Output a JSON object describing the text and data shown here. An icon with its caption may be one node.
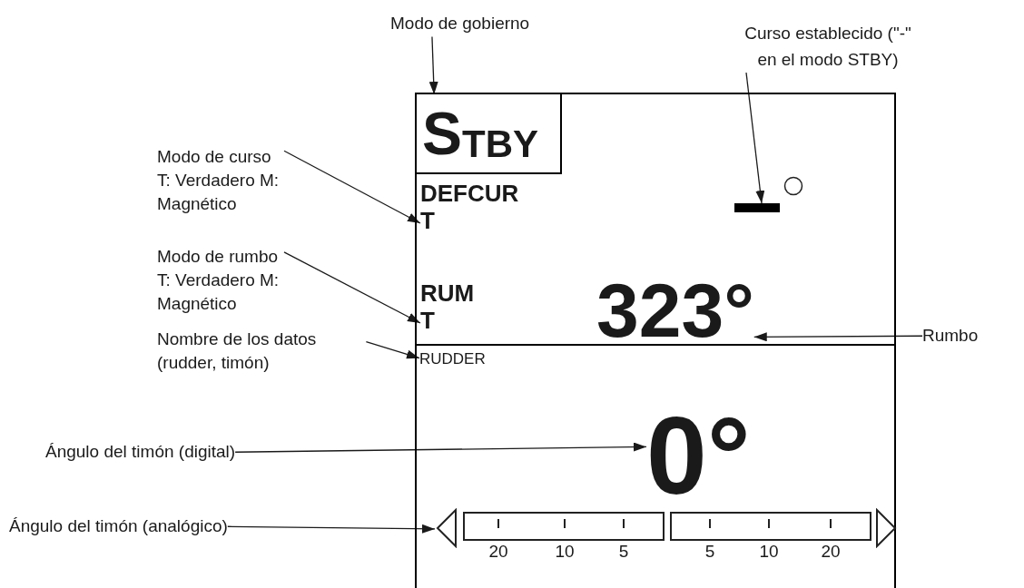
{
  "diagram": {
    "nodes": [
      {
        "text": [
          "Modo de gobierno"
        ]
      },
      {
        "text": [
          "Curso establecido (\"-\" en el modo STBY)"
        ]
      },
      {
        "text": [
          "Modo de curso T: Verdadero M: Magnético"
        ]
      },
      {
        "text": [
          "Modo de rumbo T: Verdadero M: Magnético"
        ]
      },
      {
        "text": [
          "Nombre de los datos (rudder, timón)"
        ]
      },
      {
        "text": [
          "Rumbo"
        ]
      },
      {
        "text": [
          "Ángulo del timón (digital)"
        ]
      },
      {
        "text": [
          "Ángulo del timón (analógico)"
        ]
      },
      {
        "text": [],
        "shape": "box"
      },
      {
        "text": [
          "STBY"
        ],
        "in": 8
      },
      {
        "text": [
          "DEFCUR",
          "T"
        ],
        "in": 8
      },
      {
        "text": [
          "RUM",
          "T"
        ],
        "in": 8
      },
      {
        "text": [],
        "shape": "bar",
        "in": 8
      },
      {
        "text": [
          "323°"
        ],
        "in": 8
      },
      {
        "text": [
          "RUDDER"
        ],
        "in": 8
      },
      {
        "text": [
          "0°"
        ],
        "in": 8
      },
      {
        "text": [],
        "shape": "bar",
        "in": 8
      }
    ],
    "edges": [
      {
        "from": 0,
        "to": 9,
        "arrow": "to"
      },
      {
        "from": 1,
        "to": 12,
        "arrow": "to"
      },
      {
        "from": 2,
        "to": 10,
        "arrow": "to"
      },
      {
        "from": 3,
        "to": 11,
        "arrow": "to"
      },
      {
        "from": 4,
        "to": 14,
        "arrow": "to"
      },
      {
        "from": 5,
        "to": 13,
        "arrow": "to"
      },
      {
        "from": 6,
        "to": 15,
        "arrow": "to"
      },
      {
        "from": 7,
        "to": 16,
        "arrow": "to"
      }
    ],
    "labels": [
      "20",
      "10",
      "5",
      "5",
      "10",
      "20"
    ]
  }
}
